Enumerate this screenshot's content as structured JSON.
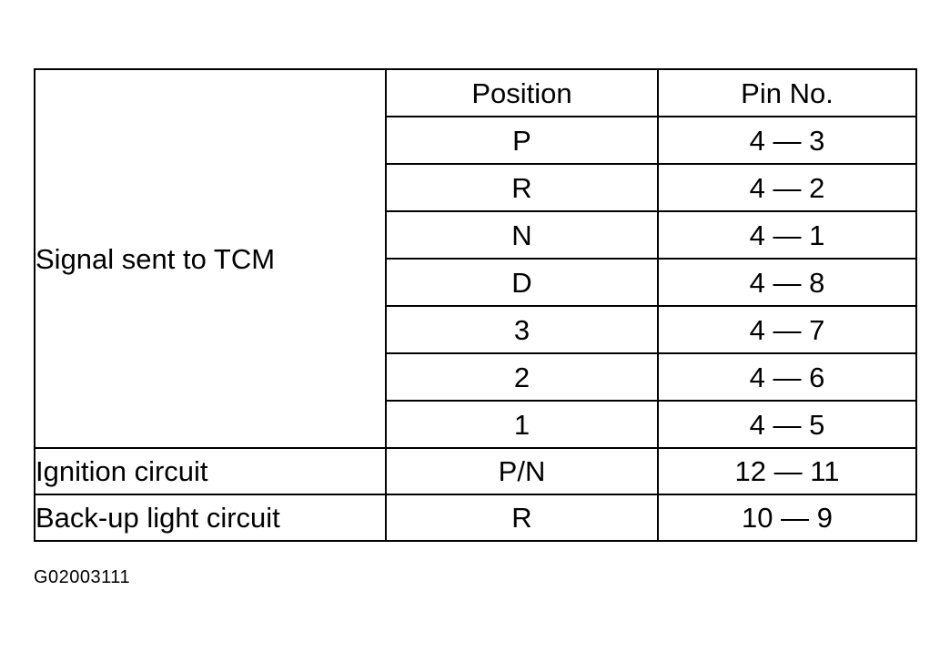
{
  "table": {
    "header": {
      "position": "Position",
      "pin": "Pin No."
    },
    "group_label": "Signal sent to TCM",
    "signal_rows": [
      {
        "position": "P",
        "pin": "4 — 3"
      },
      {
        "position": "R",
        "pin": "4 — 2"
      },
      {
        "position": "N",
        "pin": "4 — 1"
      },
      {
        "position": "D",
        "pin": "4 — 8"
      },
      {
        "position": "3",
        "pin": "4 — 7"
      },
      {
        "position": "2",
        "pin": "4 — 6"
      },
      {
        "position": "1",
        "pin": "4 — 5"
      }
    ],
    "other_rows": [
      {
        "label": "Ignition circuit",
        "position": "P/N",
        "pin": "12 — 11"
      },
      {
        "label": "Back-up light circuit",
        "position": "R",
        "pin": "10 — 9"
      }
    ]
  },
  "figure_code": "G02003111"
}
